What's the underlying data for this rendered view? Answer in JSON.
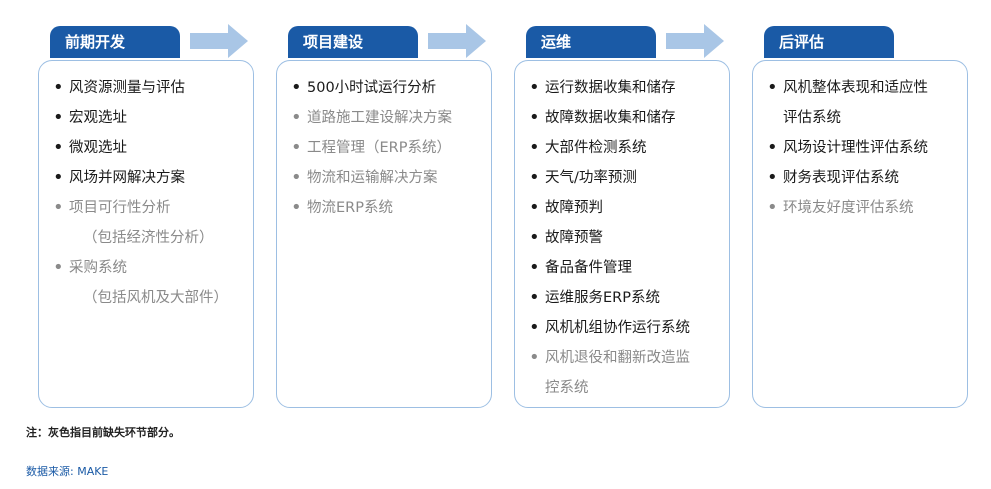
{
  "stages": [
    {
      "title": "前期开发",
      "items": [
        {
          "lines": [
            "风资源测量与评估"
          ],
          "status": "present"
        },
        {
          "lines": [
            "宏观选址"
          ],
          "status": "present"
        },
        {
          "lines": [
            "微观选址"
          ],
          "status": "present"
        },
        {
          "lines": [
            "风场并网解决方案"
          ],
          "status": "present"
        },
        {
          "lines": [
            "项目可行性分析",
            "（包括经济性分析）"
          ],
          "status": "missing"
        },
        {
          "lines": [
            "采购系统",
            "（包括风机及大部件）"
          ],
          "status": "missing"
        }
      ]
    },
    {
      "title": "项目建设",
      "items": [
        {
          "lines": [
            "500小时试运行分析"
          ],
          "status": "present"
        },
        {
          "lines": [
            "道路施工建设解决方案"
          ],
          "status": "missing"
        },
        {
          "lines": [
            "工程管理（ERP系统）"
          ],
          "status": "missing"
        },
        {
          "lines": [
            "物流和运输解决方案"
          ],
          "status": "missing"
        },
        {
          "lines": [
            "物流ERP系统"
          ],
          "status": "missing"
        }
      ]
    },
    {
      "title": "运维",
      "items": [
        {
          "lines": [
            "运行数据收集和储存"
          ],
          "status": "present"
        },
        {
          "lines": [
            "故障数据收集和储存"
          ],
          "status": "present"
        },
        {
          "lines": [
            "大部件检测系统"
          ],
          "status": "present"
        },
        {
          "lines": [
            "天气/功率预测"
          ],
          "status": "present"
        },
        {
          "lines": [
            "故障预判"
          ],
          "status": "present"
        },
        {
          "lines": [
            "故障预警"
          ],
          "status": "present"
        },
        {
          "lines": [
            "备品备件管理"
          ],
          "status": "present"
        },
        {
          "lines": [
            "运维服务ERP系统"
          ],
          "status": "present"
        },
        {
          "lines": [
            "风机机组协作运行系统"
          ],
          "status": "present"
        },
        {
          "lines": [
            "风机退役和翻新改造监",
            "控系统"
          ],
          "status": "missing"
        }
      ]
    },
    {
      "title": "后评估",
      "items": [
        {
          "lines": [
            "风机整体表现和适应性",
            "评估系统"
          ],
          "status": "present"
        },
        {
          "lines": [
            "风场设计理性评估系统"
          ],
          "status": "present"
        },
        {
          "lines": [
            "财务表现评估系统"
          ],
          "status": "present"
        },
        {
          "lines": [
            "环境友好度评估系统"
          ],
          "status": "missing"
        }
      ]
    }
  ],
  "colors": {
    "tab": "#1a5aa6",
    "border": "#9dbfe3",
    "arrow": "#a9c6e6",
    "present_text": "#1a1a1a",
    "missing_text": "#8a8a8a"
  },
  "note": "注：灰色指目前缺失环节部分。",
  "source": "数据来源: MAKE"
}
